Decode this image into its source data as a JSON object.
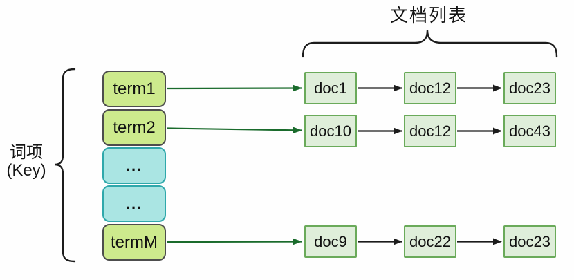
{
  "diagram": {
    "doc_list_title": "文档列表",
    "key_label": {
      "line1": "词项",
      "line2": "(Key)"
    },
    "terms": [
      {
        "label": "term1",
        "kind": "term"
      },
      {
        "label": "term2",
        "kind": "term"
      },
      {
        "label": "...",
        "kind": "ellipsis"
      },
      {
        "label": "...",
        "kind": "ellipsis"
      },
      {
        "label": "termM",
        "kind": "term"
      }
    ],
    "postings": [
      {
        "term": "term1",
        "docs": [
          "doc1",
          "doc12",
          "doc23"
        ]
      },
      {
        "term": "term2",
        "docs": [
          "doc10",
          "doc12",
          "doc43"
        ]
      },
      {
        "term": "termM",
        "docs": [
          "doc9",
          "doc22",
          "doc23"
        ]
      }
    ],
    "colors": {
      "term_fill": "#cdea8d",
      "term_border": "#4d4d4d",
      "ellipsis_fill": "#aae5e3",
      "ellipsis_border": "#2fa8ab",
      "doc_fill": "#dfeeda",
      "doc_border": "#6aaa5a",
      "green_arrow": "#1a6b2c",
      "line_color": "#1c1c1c"
    }
  }
}
